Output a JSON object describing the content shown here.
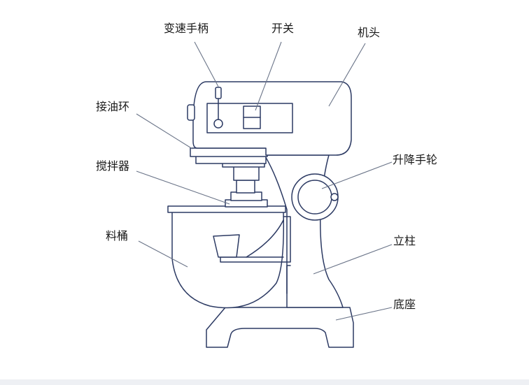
{
  "labels": {
    "speed_handle": "变速手柄",
    "switch": "开关",
    "head": "机头",
    "oil_ring": "接油环",
    "lift_wheel": "升降手轮",
    "agitator": "搅拌器",
    "bowl": "料桶",
    "column": "立柱",
    "base": "底座"
  },
  "colors": {
    "outline": "#2c3a63",
    "leader": "#6a7488",
    "text": "#1a1a1a",
    "background": "#ffffff"
  }
}
